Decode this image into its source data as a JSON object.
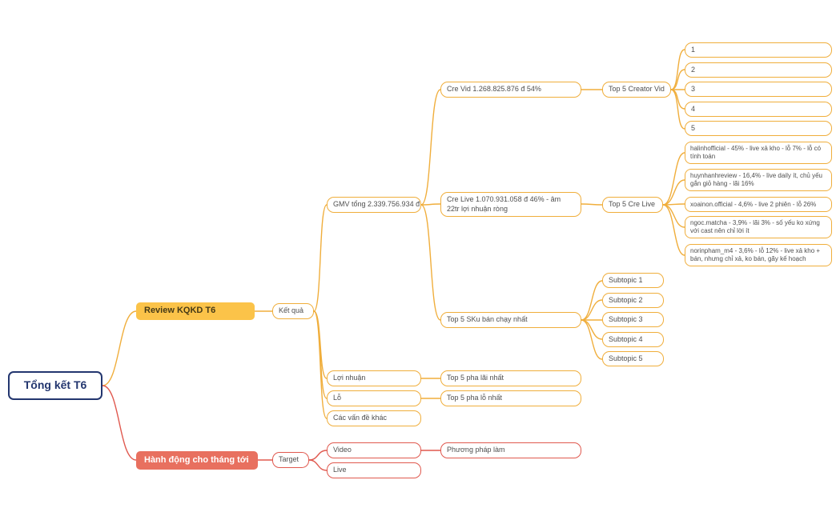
{
  "diagram": {
    "type": "mindmap",
    "colors": {
      "branch1_accent": "#F0AE3C",
      "branch2_accent": "#E0594F",
      "root_outline": "#23366F",
      "review_fill": "#FBC349",
      "action_fill": "#E8705F"
    }
  },
  "nodes": {
    "root": {
      "label": "Tổng kết T6"
    },
    "review": {
      "label": "Review KQKD T6"
    },
    "ket_qua": {
      "label": "Kết quả"
    },
    "gmv": {
      "label": "GMV tổng 2.339.756.934 đ"
    },
    "cre_vid": {
      "label": "Cre Vid 1.268.825.876 đ 54%"
    },
    "top5_creator_vid": {
      "label": "Top 5 Creator Vid"
    },
    "vid_1": {
      "label": "1"
    },
    "vid_2": {
      "label": "2"
    },
    "vid_3": {
      "label": "3"
    },
    "vid_4": {
      "label": "4"
    },
    "vid_5": {
      "label": "5"
    },
    "cre_live": {
      "label": "Cre Live 1.070.931.058 đ 46% - âm 22tr lợi nhuận ròng"
    },
    "top5_cre_live": {
      "label": "Top 5 Cre Live"
    },
    "live_1": {
      "label": "halinhofficial - 45% - live xả kho - lỗ 7% - lỗ có tính toán"
    },
    "live_2": {
      "label": "huynhanhreview - 16,4% - live daily ít, chủ yếu gắn giỏ hàng - lãi 16%"
    },
    "live_3": {
      "label": "xoainon.official - 4,6% - live 2 phiên - lỗ 26%"
    },
    "live_4": {
      "label": "ngoc.matcha - 3,9% - lãi 3% - số yếu ko xứng với cast nên chỉ lời ít"
    },
    "live_5": {
      "label": "norinpham_m4 - 3,6% - lỗ 12% - live xả kho + bán, nhưng chỉ xả, ko bán, gãy kế hoạch"
    },
    "top5_sku": {
      "label": "Top 5 SKu bán chạy nhất"
    },
    "subtopic_1": {
      "label": "Subtopic 1"
    },
    "subtopic_2": {
      "label": "Subtopic 2"
    },
    "subtopic_3": {
      "label": "Subtopic 3"
    },
    "subtopic_4": {
      "label": "Subtopic 4"
    },
    "subtopic_5": {
      "label": "Subtopic 5"
    },
    "loi_nhuan": {
      "label": "Lợi nhuận"
    },
    "top5_lai": {
      "label": "Top 5 pha lãi nhất"
    },
    "lo": {
      "label": "Lỗ"
    },
    "top5_lo": {
      "label": "Top 5 pha lỗ nhất"
    },
    "cac_van_de": {
      "label": "Các vấn đề khác"
    },
    "hanh_dong": {
      "label": "Hành động cho tháng tới"
    },
    "target": {
      "label": "Target"
    },
    "video": {
      "label": "Video"
    },
    "phuong_phap": {
      "label": "Phương pháp làm"
    },
    "live": {
      "label": "Live"
    }
  }
}
